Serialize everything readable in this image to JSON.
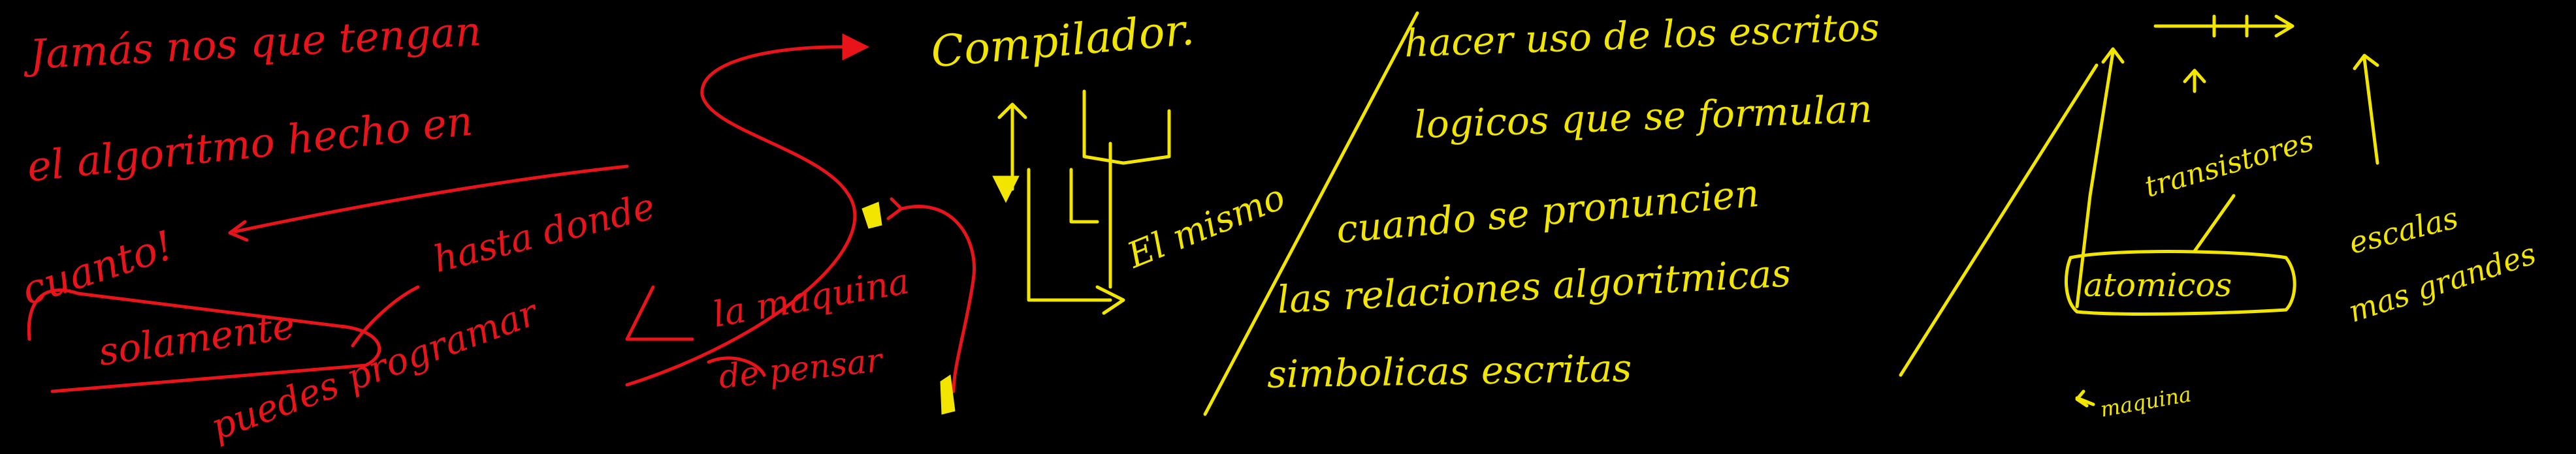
{
  "colors": {
    "background": "#000000",
    "red_ink": "#e8141a",
    "yellow_ink": "#f2e600"
  },
  "red_notes": {
    "line1": "Jamás nos que tengan",
    "line2": "el algoritmo hecho en",
    "line3": "cuanto!",
    "line4": "hasta donde",
    "line5": "solamente",
    "line6": "puedes programar",
    "line7": "la maquina",
    "line8": "de pensar"
  },
  "yellow_notes": {
    "compilador": "Compilador.",
    "el_mismo": "El mismo",
    "p1": "hacer uso de los escritos",
    "p2": "logicos que se formulan",
    "p3": "cuando se pronuncien",
    "p4": "las relaciones algoritmicas",
    "p5": "simbolicas escritas",
    "transistores": "transistores",
    "atomicos": "atomicos",
    "escala1": "escalas",
    "escala2": "mas grandes",
    "maquina": "maquina"
  }
}
